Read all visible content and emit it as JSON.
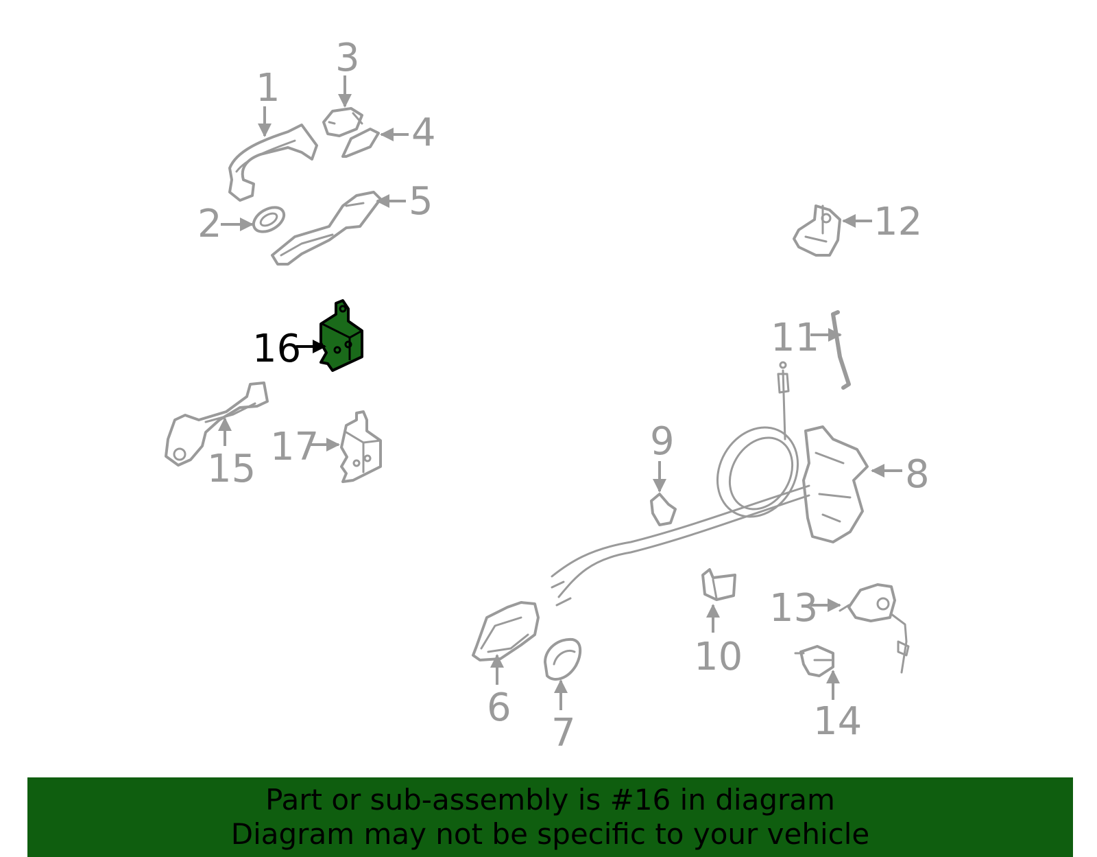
{
  "diagram": {
    "highlight_color": "#1a6a1a",
    "part_color": "#9a9a9a",
    "callouts": {
      "c1": "1",
      "c2": "2",
      "c3": "3",
      "c4": "4",
      "c5": "5",
      "c6": "6",
      "c7": "7",
      "c8": "8",
      "c9": "9",
      "c10": "10",
      "c11": "11",
      "c12": "12",
      "c13": "13",
      "c14": "14",
      "c15": "15",
      "c16": "16",
      "c17": "17"
    }
  },
  "footer": {
    "line1": "Part or sub-assembly is #16 in diagram",
    "line2": "Diagram may not be specific to your vehicle",
    "background": "#0f5e0f"
  }
}
